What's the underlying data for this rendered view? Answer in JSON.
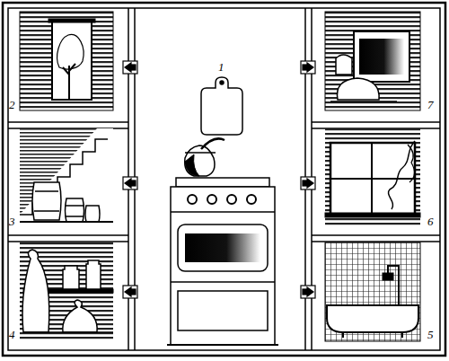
{
  "diagram": {
    "labels": [
      "1",
      "2",
      "7",
      "3",
      "6",
      "4",
      "5"
    ]
  }
}
